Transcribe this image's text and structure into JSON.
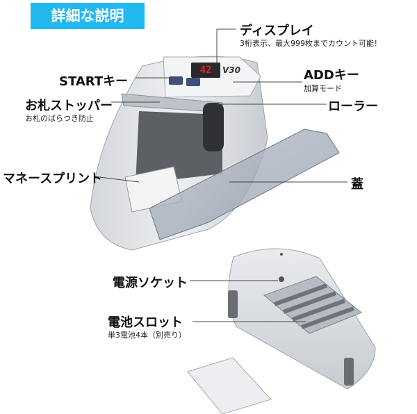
{
  "title": "詳細な説明",
  "callouts": {
    "display": {
      "label": "ディスプレイ",
      "sub": "3桁表示、最大999枚までカウント可能！"
    },
    "start": {
      "label": "STARTキー"
    },
    "add": {
      "label": "ADDキー",
      "sub": "加算モード"
    },
    "stopper": {
      "label": "お札ストッパー",
      "sub": "お札のばらつき防止"
    },
    "roller": {
      "label": "ローラー"
    },
    "money_sprint": {
      "label": "マネースプリント"
    },
    "lid": {
      "label": "蓋"
    },
    "power_socket": {
      "label": "電源ソケット"
    },
    "battery_slot": {
      "label": "電池スロット",
      "sub": "単3電池4本（別売り）"
    }
  },
  "device": {
    "display_value": "42",
    "model": "V30",
    "buttons": [
      "START",
      "ADD"
    ],
    "display_color": "#e02020",
    "accent_color": "#22b8f0"
  }
}
